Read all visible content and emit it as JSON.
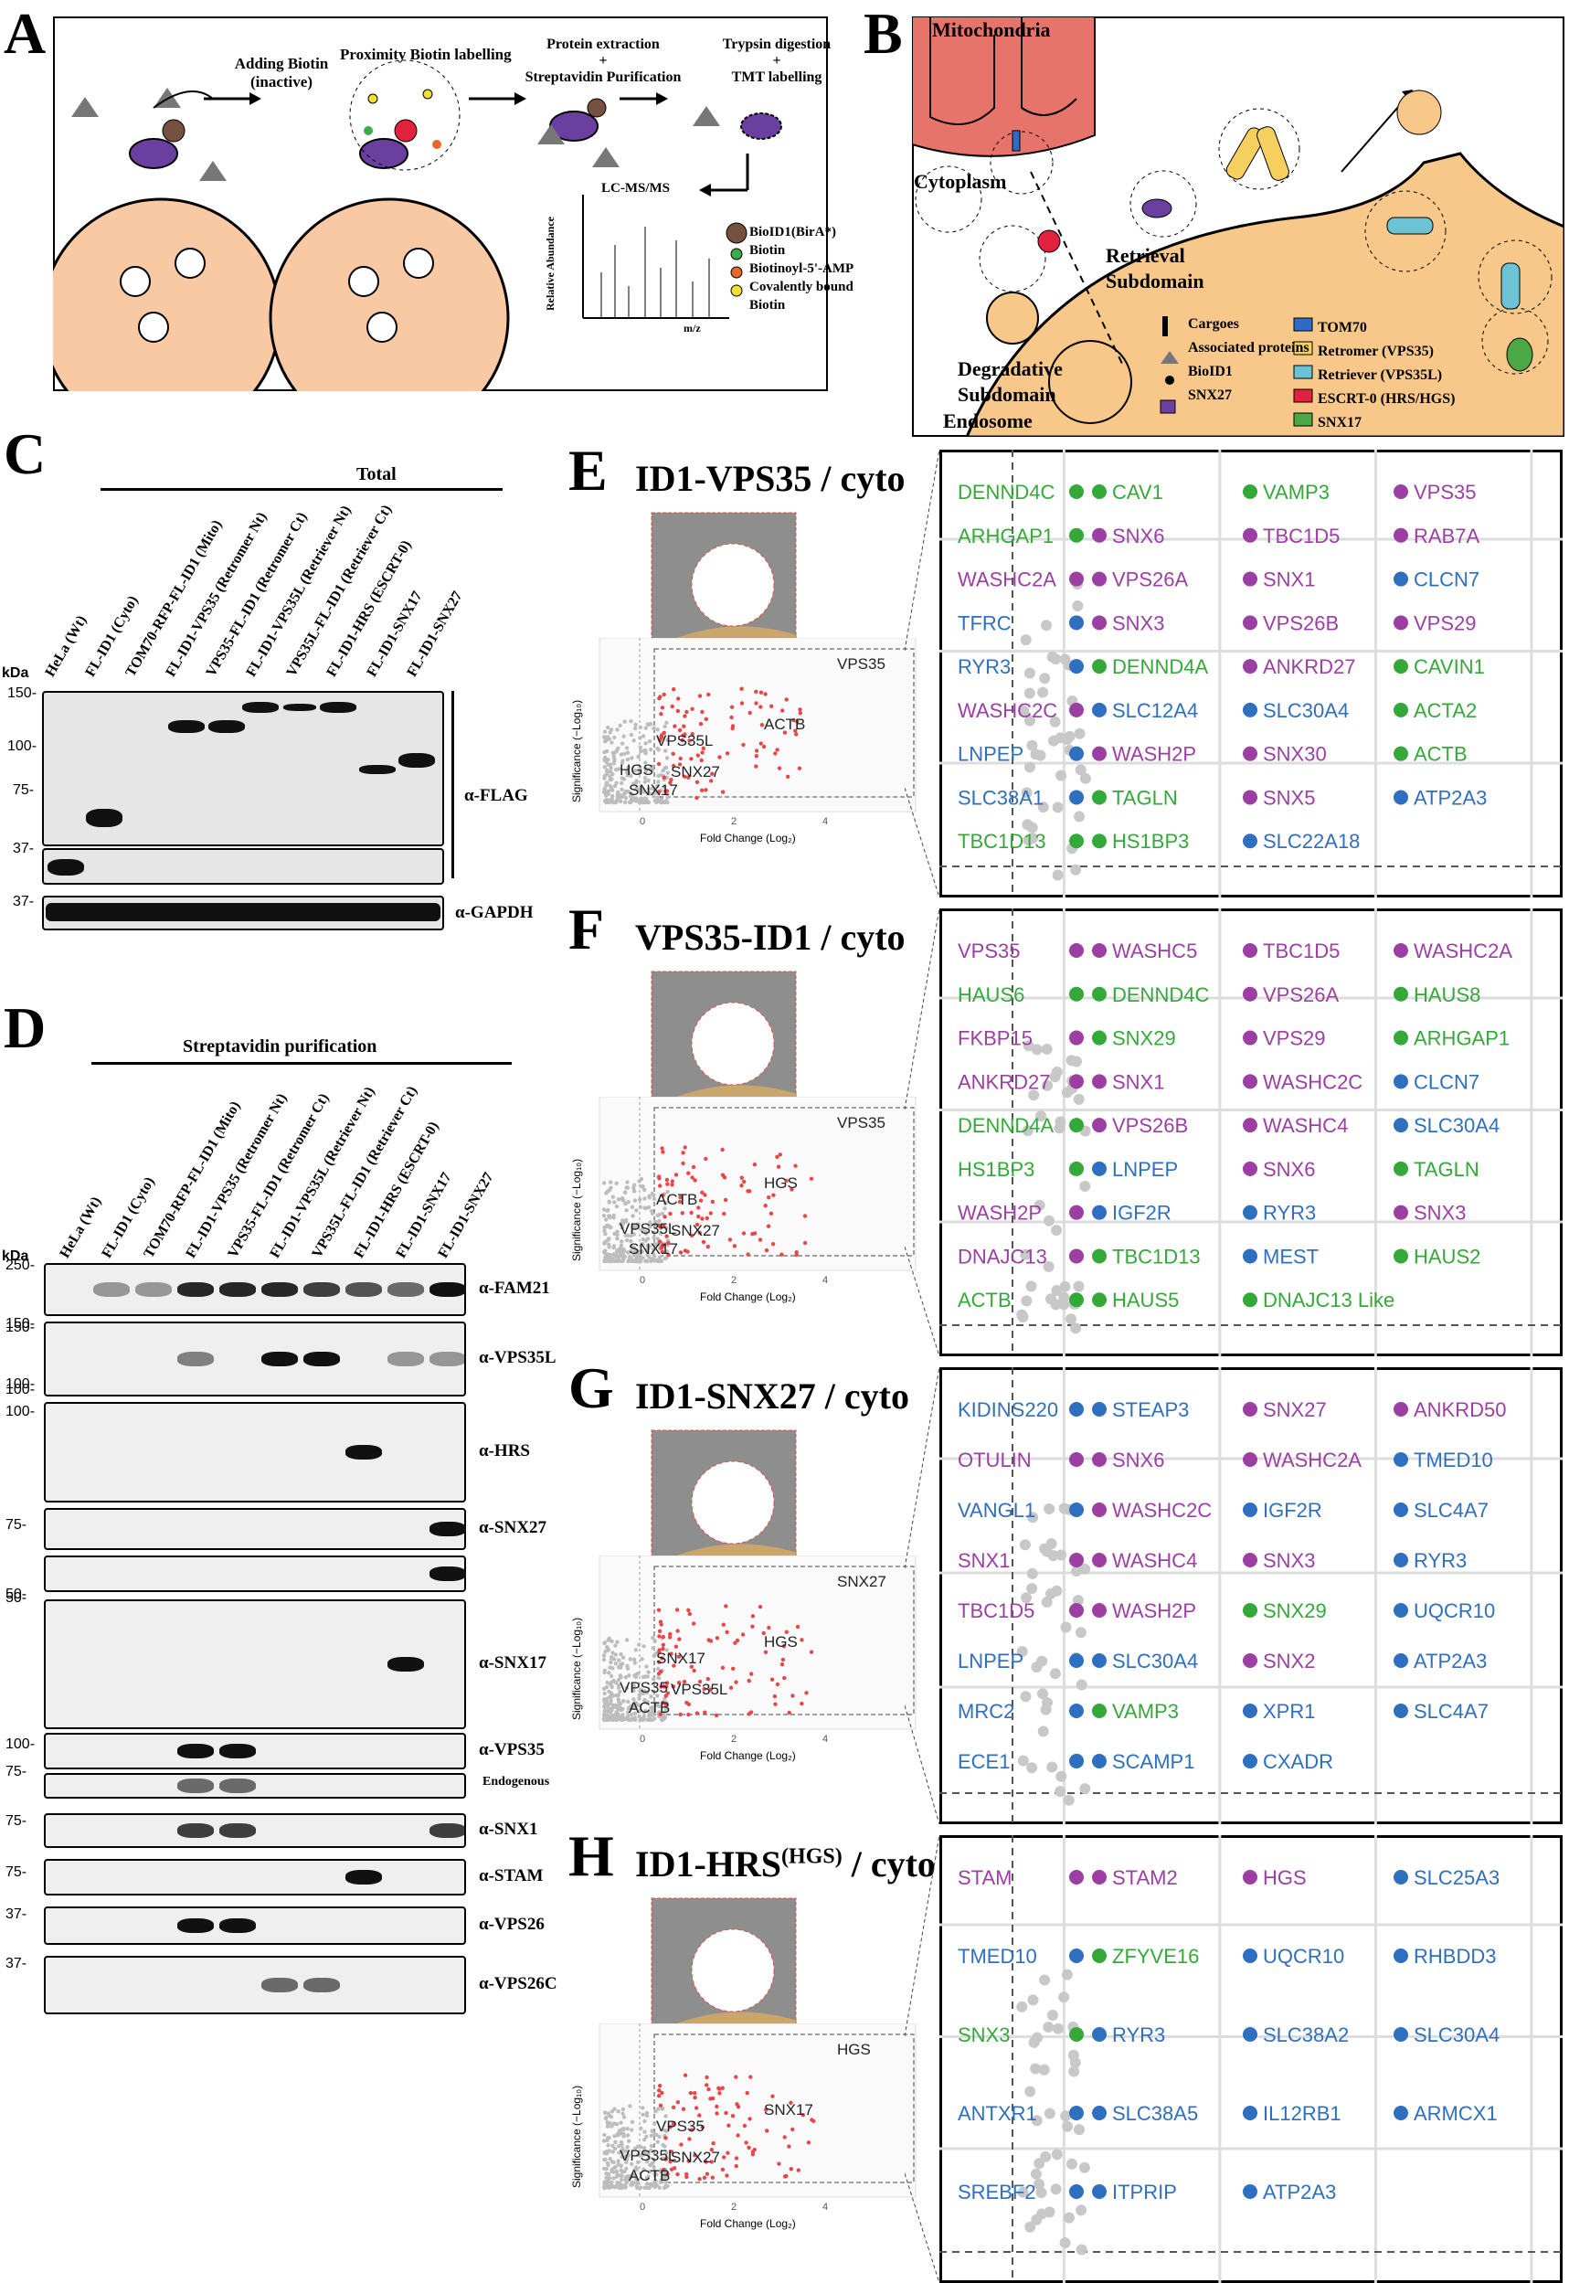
{
  "panelA": {
    "letter": "A",
    "step1": [
      "Adding Biotin",
      "(inactive)"
    ],
    "step2": "Proximity Biotin labelling",
    "step3": [
      "Protein extraction",
      "+",
      "Streptavidin Purification"
    ],
    "step4": [
      "Trypsin digestion",
      "+",
      "TMT labelling"
    ],
    "lcms": "LC-MS/MS",
    "ylab": "Relative Abundance",
    "xlab": "m/z",
    "legend": [
      "BioID1(BirA*)",
      "Biotin",
      "Biotinoyl-5'-AMP",
      "Covalently bound",
      "Biotin"
    ],
    "colors": {
      "membrane": "#f9c9a4",
      "bioid": "#76513f",
      "biotin": "#3cab4a",
      "amp": "#e8672c",
      "bound": "#f2e12c",
      "protein": "#6b3fa0"
    }
  },
  "panelB": {
    "letter": "B",
    "mito": "Mitochondria",
    "cyto": "Cytoplasm",
    "retr": [
      "Retrieval",
      "Subdomain"
    ],
    "degr": [
      "Degradative",
      "Subdomain"
    ],
    "endo": "Endosome",
    "legend_left": [
      "Cargoes",
      "Associated proteins",
      "BioID1",
      "SNX27"
    ],
    "legend_right": [
      "TOM70",
      "Retromer (VPS35)",
      "Retriever (VPS35L)",
      "ESCRT-0 (HRS/HGS)",
      "SNX17"
    ],
    "legend_colors": [
      "#2e6bc6",
      "#f5d05e",
      "#6cc3d5",
      "#e2213c",
      "#4ba844"
    ]
  },
  "panelC": {
    "letter": "C",
    "header": "Total",
    "kda_label": "kDa",
    "lanes": [
      "HeLa (Wt)",
      "FL-ID1 (Cyto)",
      "TOM70-RFP-FL-ID1 (Mito)",
      "FL-ID1-VPS35 (Retromer Nt)",
      "VPS35-FL-ID1 (Retromer Ct)",
      "FL-ID1-VPS35L (Retriever Nt)",
      "VPS35L-FL-ID1 (Retriever Ct)",
      "FL-ID1-HRS (ESCRT-0)",
      "FL-ID1-SNX17",
      "FL-ID1-SNX27"
    ],
    "markers": [
      "150-",
      "100-",
      "75-",
      "37-",
      "37-"
    ],
    "antibodies": [
      "α-FLAG",
      "α-GAPDH"
    ]
  },
  "panelD": {
    "letter": "D",
    "header": "Streptavidin purification",
    "kda_label": "kDa",
    "lanes": [
      "HeLa (Wt)",
      "FL-ID1 (Cyto)",
      "TOM70-RFP-FL-ID1 (Mito)",
      "FL-ID1-VPS35 (Retromer Nt)",
      "VPS35-FL-ID1 (Retromer Ct)",
      "FL-ID1-VPS35L (Retriever Nt)",
      "VPS35L-FL-ID1 (Retriever Ct)",
      "FL-ID1-HRS (ESCRT-0)",
      "FL-ID1-SNX17",
      "FL-ID1-SNX27"
    ],
    "markers": [
      "250-",
      "150-",
      "100-",
      "150-",
      "100-",
      "100-",
      "50-",
      "75-",
      "50-",
      "100-",
      "75-",
      "75-",
      "75-",
      "37-",
      "37-"
    ],
    "antibodies": [
      "α-FAM21",
      "α-VPS35L",
      "α-HRS",
      "α-SNX27",
      "α-SNX17",
      "α-VPS35",
      "Endogenous",
      "α-SNX1",
      "α-STAM",
      "α-VPS26",
      "α-VPS26C"
    ]
  },
  "volcano": {
    "xlabel": "Fold Change (Log₂)",
    "ylabel": "Significance (−Log₁₀)"
  },
  "panelE": {
    "letter": "E",
    "title": "ID1-VPS35 / cyto",
    "volcano_labels": [
      "VPS35",
      "ACTB",
      "VPS35L",
      "HGS",
      "SNX27",
      "SNX17"
    ],
    "ticks": [
      "0",
      "2",
      "4"
    ],
    "zoom": [
      {
        "t": "DENND4C",
        "c": "g"
      },
      {
        "t": "CAV1",
        "c": "g"
      },
      {
        "t": "VAMP3",
        "c": "g"
      },
      {
        "t": "VPS35",
        "c": "p"
      },
      {
        "t": "ARHGAP1",
        "c": "g"
      },
      {
        "t": "SNX6",
        "c": "p"
      },
      {
        "t": "TBC1D5",
        "c": "p"
      },
      {
        "t": "RAB7A",
        "c": "p"
      },
      {
        "t": "WASHC2A",
        "c": "p"
      },
      {
        "t": "VPS26A",
        "c": "p"
      },
      {
        "t": "SNX1",
        "c": "p"
      },
      {
        "t": "CLCN7",
        "c": "b"
      },
      {
        "t": "TFRC",
        "c": "b"
      },
      {
        "t": "SNX3",
        "c": "p"
      },
      {
        "t": "VPS26B",
        "c": "p"
      },
      {
        "t": "VPS29",
        "c": "p"
      },
      {
        "t": "RYR3",
        "c": "b"
      },
      {
        "t": "DENND4A",
        "c": "g"
      },
      {
        "t": "ANKRD27",
        "c": "p"
      },
      {
        "t": "CAVIN1",
        "c": "g"
      },
      {
        "t": "WASHC2C",
        "c": "p"
      },
      {
        "t": "SLC12A4",
        "c": "b"
      },
      {
        "t": "SLC30A4",
        "c": "b"
      },
      {
        "t": "ACTA2",
        "c": "g"
      },
      {
        "t": "LNPEP",
        "c": "b"
      },
      {
        "t": "WASH2P",
        "c": "p"
      },
      {
        "t": "SNX30",
        "c": "p"
      },
      {
        "t": "ACTB",
        "c": "g"
      },
      {
        "t": "SLC38A1",
        "c": "b"
      },
      {
        "t": "TAGLN",
        "c": "g"
      },
      {
        "t": "SNX5",
        "c": "p"
      },
      {
        "t": "ATP2A3",
        "c": "b"
      },
      {
        "t": "TBC1D13",
        "c": "g"
      },
      {
        "t": "HS1BP3",
        "c": "g"
      },
      {
        "t": "SLC22A18",
        "c": "b"
      }
    ]
  },
  "panelF": {
    "letter": "F",
    "title": "VPS35-ID1 / cyto",
    "volcano_labels": [
      "VPS35",
      "HGS",
      "ACTB",
      "VPS35L",
      "SNX27",
      "SNX17"
    ],
    "ticks": [
      "0",
      "2",
      "4"
    ],
    "zoom": [
      {
        "t": "VPS35",
        "c": "p"
      },
      {
        "t": "WASHC5",
        "c": "p"
      },
      {
        "t": "TBC1D5",
        "c": "p"
      },
      {
        "t": "WASHC2A",
        "c": "p"
      },
      {
        "t": "HAUS6",
        "c": "g"
      },
      {
        "t": "DENND4C",
        "c": "g"
      },
      {
        "t": "VPS26A",
        "c": "p"
      },
      {
        "t": "HAUS8",
        "c": "g"
      },
      {
        "t": "FKBP15",
        "c": "p"
      },
      {
        "t": "SNX29",
        "c": "g"
      },
      {
        "t": "VPS29",
        "c": "p"
      },
      {
        "t": "ARHGAP1",
        "c": "g"
      },
      {
        "t": "ANKRD27",
        "c": "p"
      },
      {
        "t": "SNX1",
        "c": "p"
      },
      {
        "t": "WASHC2C",
        "c": "p"
      },
      {
        "t": "CLCN7",
        "c": "b"
      },
      {
        "t": "DENND4A",
        "c": "g"
      },
      {
        "t": "VPS26B",
        "c": "p"
      },
      {
        "t": "WASHC4",
        "c": "p"
      },
      {
        "t": "SLC30A4",
        "c": "b"
      },
      {
        "t": "HS1BP3",
        "c": "g"
      },
      {
        "t": "LNPEP",
        "c": "b"
      },
      {
        "t": "SNX6",
        "c": "p"
      },
      {
        "t": "TAGLN",
        "c": "g"
      },
      {
        "t": "WASH2P",
        "c": "p"
      },
      {
        "t": "IGF2R",
        "c": "b"
      },
      {
        "t": "RYR3",
        "c": "b"
      },
      {
        "t": "SNX3",
        "c": "p"
      },
      {
        "t": "DNAJC13",
        "c": "p"
      },
      {
        "t": "TBC1D13",
        "c": "g"
      },
      {
        "t": "MEST",
        "c": "b"
      },
      {
        "t": "HAUS2",
        "c": "g"
      },
      {
        "t": "ACTB",
        "c": "g"
      },
      {
        "t": "HAUS5",
        "c": "g"
      },
      {
        "t": "DNAJC13 Like",
        "c": "g"
      }
    ]
  },
  "panelG": {
    "letter": "G",
    "title": "ID1-SNX27 / cyto",
    "volcano_labels": [
      "SNX27",
      "HGS",
      "SNX17",
      "VPS35",
      "VPS35L",
      "ACTB"
    ],
    "ticks": [
      "0",
      "2",
      "4"
    ],
    "zoom": [
      {
        "t": "KIDINS220",
        "c": "b"
      },
      {
        "t": "STEAP3",
        "c": "b"
      },
      {
        "t": "SNX27",
        "c": "p"
      },
      {
        "t": "ANKRD50",
        "c": "p"
      },
      {
        "t": "OTULIN",
        "c": "p"
      },
      {
        "t": "SNX6",
        "c": "p"
      },
      {
        "t": "WASHC2A",
        "c": "p"
      },
      {
        "t": "TMED10",
        "c": "b"
      },
      {
        "t": "VANGL1",
        "c": "b"
      },
      {
        "t": "WASHC2C",
        "c": "p"
      },
      {
        "t": "IGF2R",
        "c": "b"
      },
      {
        "t": "SLC4A7",
        "c": "b"
      },
      {
        "t": "SNX1",
        "c": "p"
      },
      {
        "t": "WASHC4",
        "c": "p"
      },
      {
        "t": "SNX3",
        "c": "p"
      },
      {
        "t": "RYR3",
        "c": "b"
      },
      {
        "t": "TBC1D5",
        "c": "p"
      },
      {
        "t": "WASH2P",
        "c": "p"
      },
      {
        "t": "SNX29",
        "c": "g"
      },
      {
        "t": "UQCR10",
        "c": "b"
      },
      {
        "t": "LNPEP",
        "c": "b"
      },
      {
        "t": "SLC30A4",
        "c": "b"
      },
      {
        "t": "SNX2",
        "c": "p"
      },
      {
        "t": "ATP2A3",
        "c": "b"
      },
      {
        "t": "MRC2",
        "c": "b"
      },
      {
        "t": "VAMP3",
        "c": "g"
      },
      {
        "t": "XPR1",
        "c": "b"
      },
      {
        "t": "SLC4A7",
        "c": "b"
      },
      {
        "t": "ECE1",
        "c": "b"
      },
      {
        "t": "SCAMP1",
        "c": "b"
      },
      {
        "t": "CXADR",
        "c": "b"
      }
    ]
  },
  "panelH": {
    "letter": "H",
    "title": "ID1-HRS",
    "title_sup": "(HGS)",
    "title_tail": " / cyto",
    "volcano_labels": [
      "HGS",
      "SNX17",
      "VPS35",
      "VPS35L",
      "SNX27",
      "ACTB"
    ],
    "ticks": [
      "0",
      "2",
      "4"
    ],
    "zoom": [
      {
        "t": "STAM",
        "c": "p"
      },
      {
        "t": "STAM2",
        "c": "p"
      },
      {
        "t": "HGS",
        "c": "p"
      },
      {
        "t": "SLC25A3",
        "c": "b"
      },
      {
        "t": "TMED10",
        "c": "b"
      },
      {
        "t": "ZFYVE16",
        "c": "g"
      },
      {
        "t": "UQCR10",
        "c": "b"
      },
      {
        "t": "RHBDD3",
        "c": "b"
      },
      {
        "t": "SNX3",
        "c": "g"
      },
      {
        "t": "RYR3",
        "c": "b"
      },
      {
        "t": "SLC38A2",
        "c": "b"
      },
      {
        "t": "SLC30A4",
        "c": "b"
      },
      {
        "t": "ANTXR1",
        "c": "b"
      },
      {
        "t": "SLC38A5",
        "c": "b"
      },
      {
        "t": "IL12RB1",
        "c": "b"
      },
      {
        "t": "ARMCX1",
        "c": "b"
      },
      {
        "t": "SREBF2",
        "c": "b"
      },
      {
        "t": "ITPRIP",
        "c": "b"
      },
      {
        "t": "ATP2A3",
        "c": "b"
      }
    ]
  },
  "palette": {
    "p": "#9b3fa3",
    "g": "#35a83a",
    "b": "#2f6fbf",
    "grey": "#bdbdbd",
    "red": "#e8474a"
  }
}
